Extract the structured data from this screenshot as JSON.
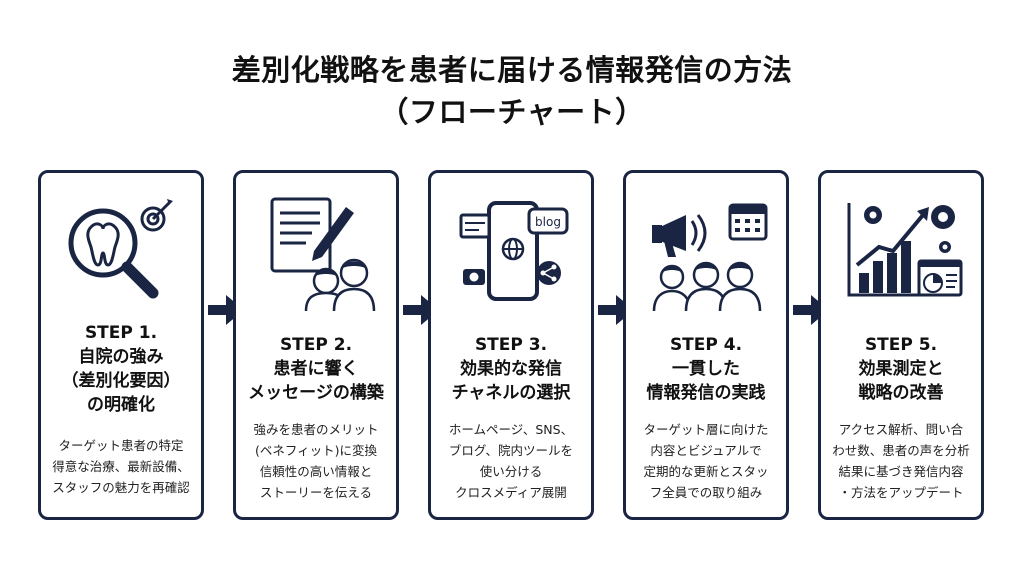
{
  "title": {
    "line1": "差別化戦略を患者に届ける情報発信の方法",
    "line2": "（フローチャート）"
  },
  "steps": [
    {
      "heading": [
        "STEP 1.",
        "自院の強み",
        "（差別化要因）",
        "の明確化"
      ],
      "desc": [
        "ターゲット患者の特定",
        "得意な治療、最新設備、",
        "スタッフの魅力を再確認"
      ],
      "icon": "tooth-magnifier-target-icon"
    },
    {
      "heading": [
        "STEP 2.",
        "患者に響く",
        "メッセージの構築"
      ],
      "desc": [
        "強みを患者のメリット",
        "(ベネフィット)に変換",
        "信頼性の高い情報と",
        "ストーリーを伝える"
      ],
      "icon": "document-pen-people-icon"
    },
    {
      "heading": [
        "STEP 3.",
        "効果的な発信",
        "チャネルの選択"
      ],
      "desc": [
        "ホームページ、SNS、",
        "ブログ、院内ツールを",
        "使い分ける",
        "クロスメディア展開"
      ],
      "icon": "smartphone-channels-icon",
      "icon_label": "blog"
    },
    {
      "heading": [
        "STEP 4.",
        "一貫した",
        "情報発信の実践"
      ],
      "desc": [
        "ターゲット層に向けた",
        "内容とビジュアルで",
        "定期的な更新とスタッ",
        "フ全員での取り組み"
      ],
      "icon": "megaphone-calendar-team-icon"
    },
    {
      "heading": [
        "STEP 5.",
        "効果測定と",
        "戦略の改善"
      ],
      "desc": [
        "アクセス解析、問い合",
        "わせ数、患者の声を分析",
        "結果に基づき発信内容",
        "・方法をアップデート"
      ],
      "icon": "growth-chart-gears-icon"
    }
  ],
  "colors": {
    "navy": "#1a2544",
    "text": "#111111",
    "background": "#ffffff"
  }
}
